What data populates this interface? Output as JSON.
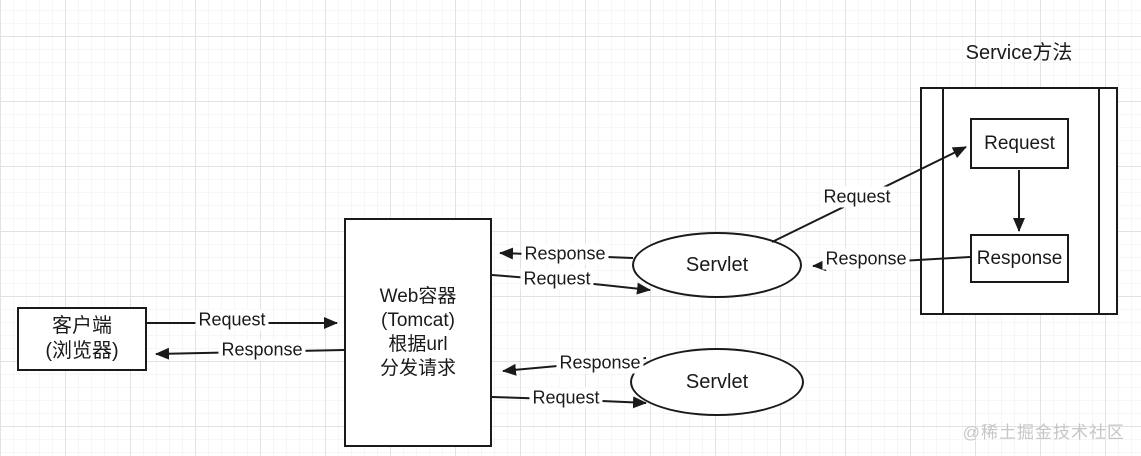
{
  "diagram": {
    "client": {
      "line1": "客户端",
      "line2": "(浏览器)"
    },
    "web_container": {
      "line1": "Web容器",
      "line2": "(Tomcat)",
      "line3": "根据url",
      "line4": "分发请求"
    },
    "servlet_top": {
      "label": "Servlet"
    },
    "servlet_bottom": {
      "label": "Servlet"
    },
    "service": {
      "title": "Service方法",
      "request_label": "Request",
      "response_label": "Response"
    },
    "edges": {
      "client_to_web": "Request",
      "web_to_client": "Response",
      "servlet_top_to_web": "Response",
      "web_to_servlet_top": "Request",
      "servlet_bottom_to_web": "Response",
      "web_to_servlet_bottom": "Request",
      "servlet_to_service_request": "Request",
      "service_response_to_servlet": "Response"
    },
    "watermark": "@稀土掘金技术社区",
    "colors": {
      "line": "#1a1a1a",
      "node_fill": "#ffffff",
      "grid_major": "#e2e2e2",
      "grid_minor": "#f6f6f6",
      "watermark_text": "#c6c6c6"
    }
  }
}
